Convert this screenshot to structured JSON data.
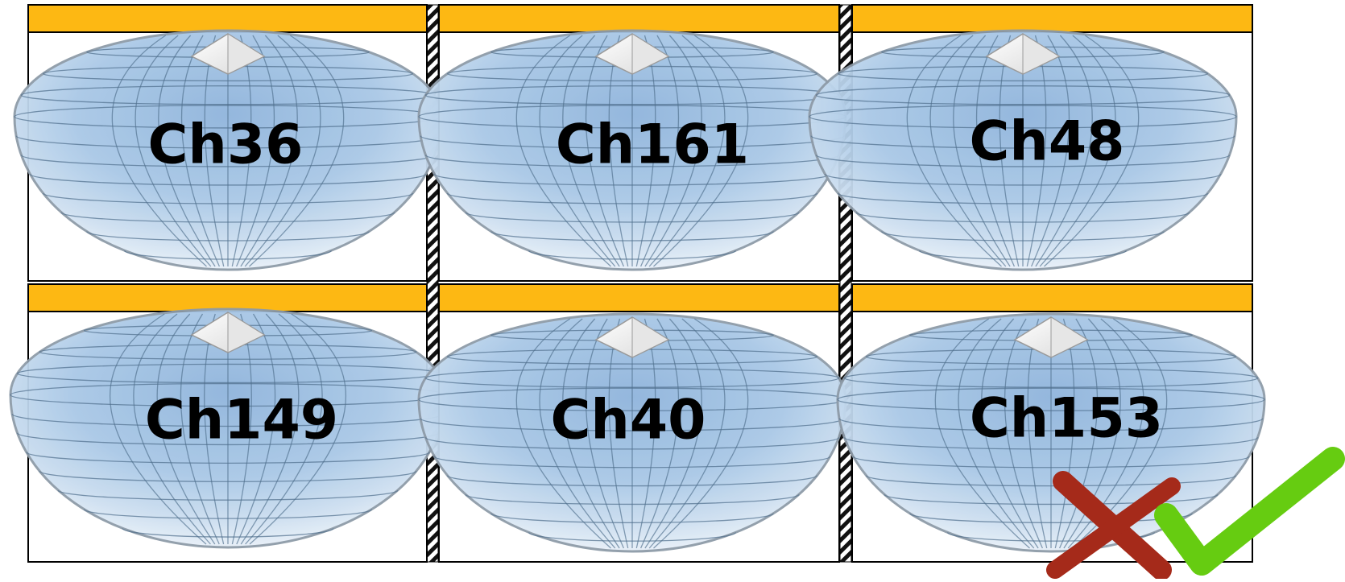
{
  "colors": {
    "header_bar": "#FDB813",
    "dome_fill": "#A9C8E6",
    "grid_line": "#4F6E8C",
    "frame_border": "#000000",
    "x_mark": "#A52A1A",
    "check_mark": "#66CC11"
  },
  "panels": [
    {
      "label": "Ch36"
    },
    {
      "label": "Ch161"
    },
    {
      "label": "Ch48"
    },
    {
      "label": "Ch149"
    },
    {
      "label": "Ch40"
    },
    {
      "label": "Ch153"
    }
  ],
  "marks": {
    "reject_icon": "x-mark-icon",
    "accept_icon": "check-mark-icon"
  }
}
